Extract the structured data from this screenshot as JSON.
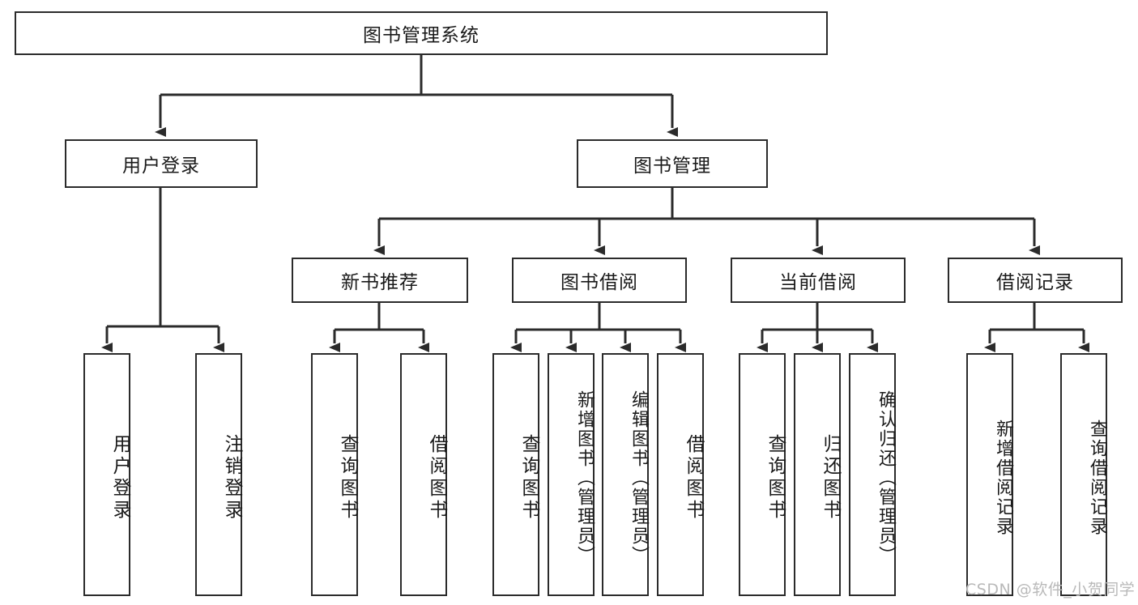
{
  "diagram": {
    "type": "tree-hierarchy-diagram",
    "title": "图书管理系统",
    "root": {
      "label": "图书管理系统"
    },
    "level2": [
      {
        "label": "用户登录"
      },
      {
        "label": "图书管理"
      }
    ],
    "level3": [
      {
        "label": "新书推荐"
      },
      {
        "label": "图书借阅"
      },
      {
        "label": "当前借阅"
      },
      {
        "label": "借阅记录"
      }
    ],
    "leaves": {
      "user_login": [
        {
          "label": "用户登录"
        },
        {
          "label": "注销登录"
        }
      ],
      "new_book_recommend": [
        {
          "label": "查询图书"
        },
        {
          "label": "借阅图书"
        }
      ],
      "book_borrow": [
        {
          "label": "查询图书"
        },
        {
          "label": "新增图书（管理员）"
        },
        {
          "label": "编辑图书（管理员）"
        },
        {
          "label": "借阅图书"
        }
      ],
      "current_borrow": [
        {
          "label": "查询图书"
        },
        {
          "label": "归还图书"
        },
        {
          "label": "确认归还（管理员）"
        }
      ],
      "borrow_record": [
        {
          "label": "新增借阅记录"
        },
        {
          "label": "查询借阅记录"
        }
      ]
    }
  },
  "watermark": {
    "text": "CSDN @软件_小贺同学"
  },
  "colors": {
    "stroke": "#2b2b2b",
    "fill": "#ffffff",
    "text": "#1a1a1a",
    "watermark": "#b9b9b9"
  }
}
